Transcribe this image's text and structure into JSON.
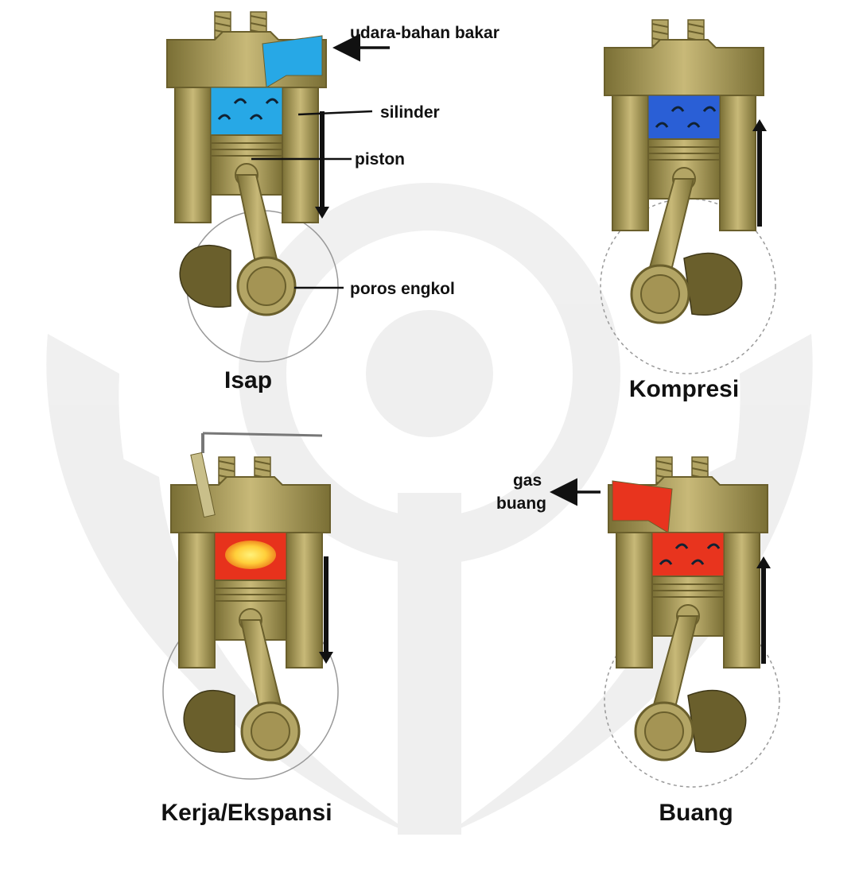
{
  "watermark": {
    "icon": "university-emblem-watermark"
  },
  "panels": [
    {
      "id": "isap",
      "caption": "Isap",
      "chamber_color": "#27a8e6",
      "gas_icon": "swirl-arrows-icon",
      "piston_motion": "down",
      "annotations": {
        "intake": "udara-bahan bakar",
        "cylinder": "silinder",
        "piston": "piston",
        "crankshaft": "poros engkol"
      }
    },
    {
      "id": "kompresi",
      "caption": "Kompresi",
      "chamber_color": "#2a5fd6",
      "gas_icon": "swirl-arrows-icon",
      "piston_motion": "up"
    },
    {
      "id": "kerja",
      "caption": "Kerja/Ekspansi",
      "chamber_color": "#e7321c",
      "flame_color": "#ffcf3a",
      "spark_plug": true,
      "piston_motion": "down"
    },
    {
      "id": "buang",
      "caption": "Buang",
      "chamber_color": "#e8341e",
      "gas_icon": "swirl-arrows-icon",
      "piston_motion": "up",
      "annotations": {
        "exhaust": "gas\nbuang"
      }
    }
  ],
  "metal_color": "#b3a565",
  "metal_dark": "#6a5f2c"
}
